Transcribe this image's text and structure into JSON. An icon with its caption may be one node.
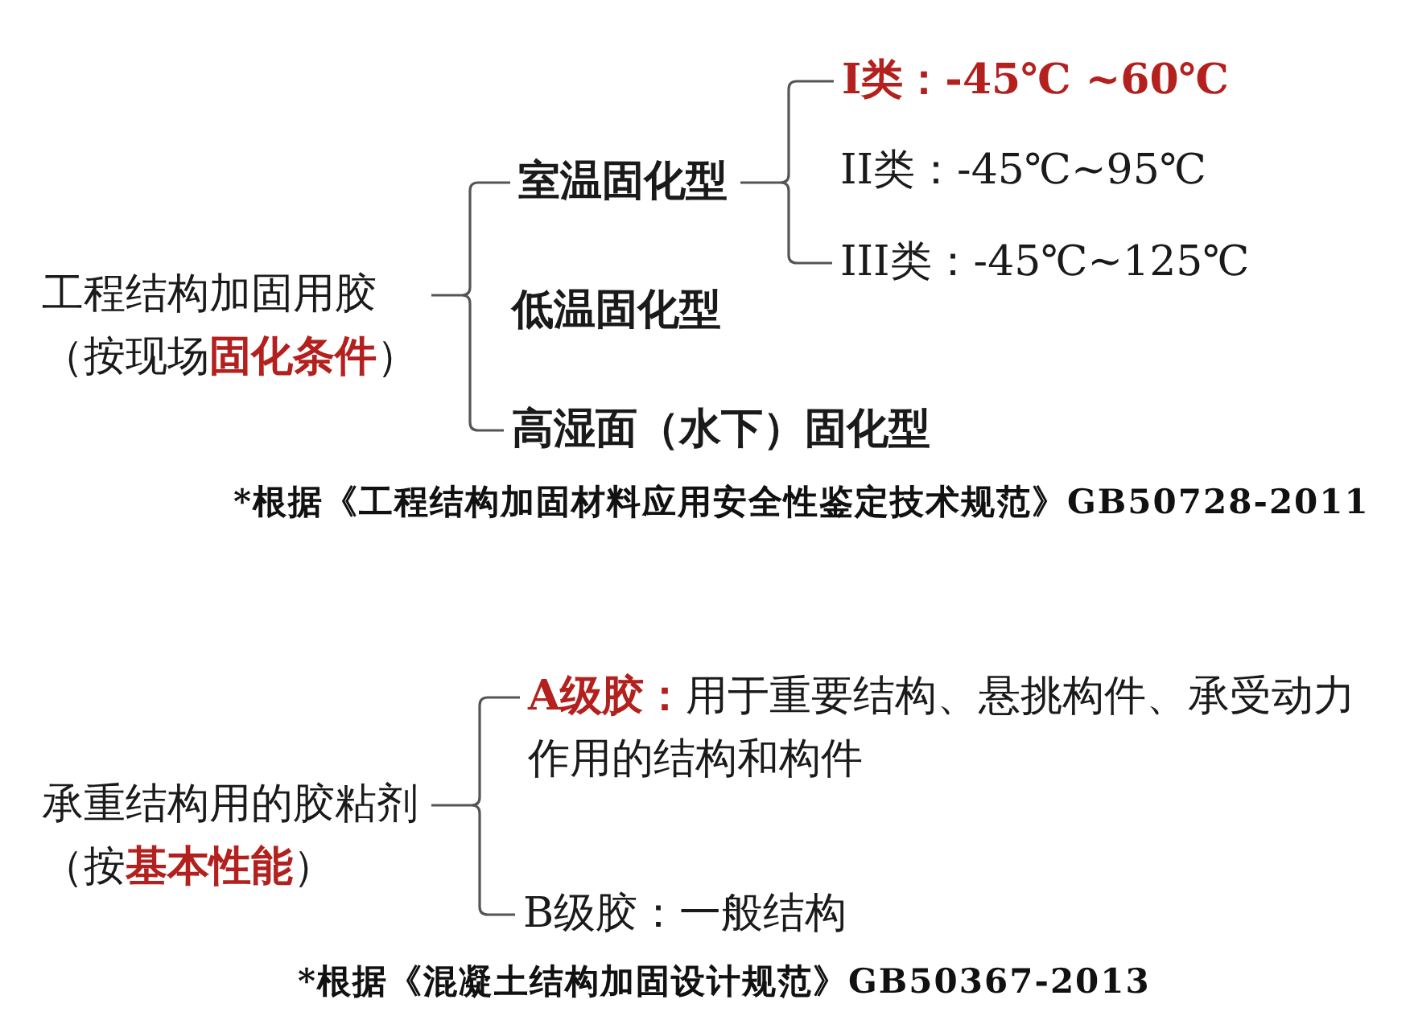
{
  "diagram": {
    "nodes": [
      {
        "text": [
          "工程结构加固用胶",
          "（按现场**固化条件**）"
        ]
      },
      {
        "text": [
          "室温固化型"
        ]
      },
      {
        "text": [
          "低温固化型"
        ]
      },
      {
        "text": [
          "高湿面（水下）固化型"
        ]
      },
      {
        "text": [
          "I类：-45℃ ~60℃"
        ]
      },
      {
        "text": [
          "II类：-45℃~95℃"
        ]
      },
      {
        "text": [
          "III类：-45℃~125℃"
        ]
      },
      {
        "text": [
          "承重结构用的胶粘剂",
          "（按**基本性能**）"
        ]
      },
      {
        "text": [
          "**A级胶：**用于重要结构、悬挑构件、承受动力作用的结构和构件"
        ]
      },
      {
        "text": [
          "B级胶：一般结构"
        ]
      }
    ],
    "edges": [
      {
        "from": 0,
        "to": 1,
        "arrow": "none"
      },
      {
        "from": 0,
        "to": 3,
        "arrow": "none"
      },
      {
        "from": 1,
        "to": 4,
        "arrow": "none"
      },
      {
        "from": 1,
        "to": 6,
        "arrow": "none"
      },
      {
        "from": 7,
        "to": 8,
        "arrow": "none"
      },
      {
        "from": 7,
        "to": 9,
        "arrow": "none"
      }
    ],
    "labels": [
      "*根据《工程结构加固材料应用安全性鉴定技术规范》GB50728-2011",
      "*根据《混凝土结构加固设计规范》GB50367-2013"
    ]
  }
}
